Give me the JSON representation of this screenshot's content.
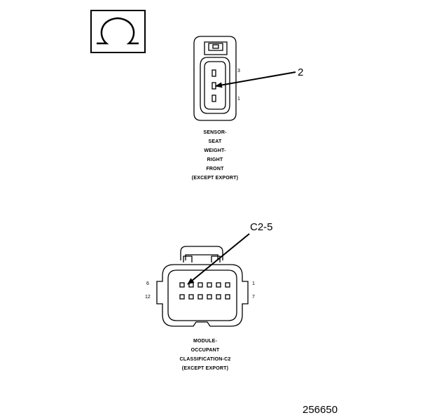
{
  "symbol": {
    "icon": "ohm-symbol-icon"
  },
  "sensor": {
    "callout": "2",
    "pin_top": "3",
    "pin_bottom": "1",
    "label_lines": [
      "SENSOR-",
      "SEAT",
      "WEIGHT-",
      "RIGHT",
      "FRONT",
      "(EXCEPT EXPORT)"
    ]
  },
  "module": {
    "callout": "C2-5",
    "pin_top_left": "6",
    "pin_top_right": "1",
    "pin_bottom_left": "12",
    "pin_bottom_right": "7",
    "label_lines": [
      "MODULE-",
      "OCCUPANT",
      "CLASSIFICATION-C2",
      "(EXCEPT EXPORT)"
    ]
  },
  "figure_number": "256650"
}
